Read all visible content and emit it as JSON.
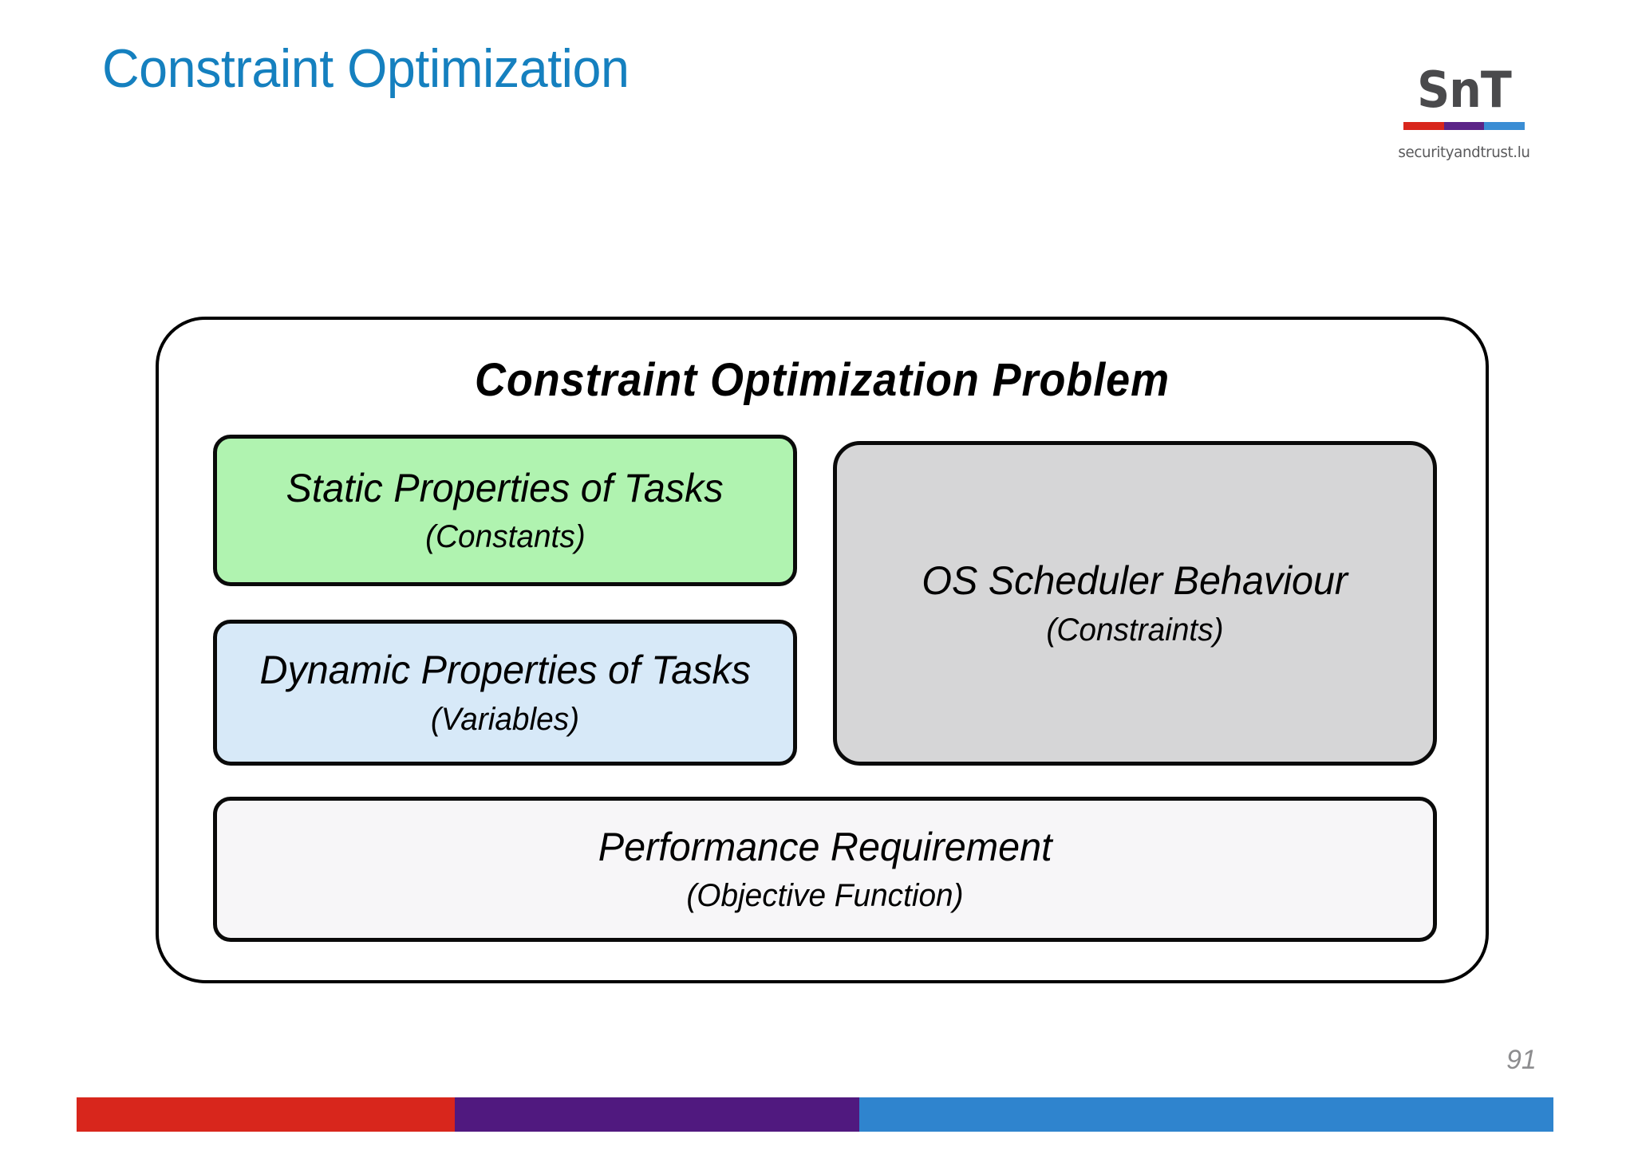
{
  "slide": {
    "title": "Constraint Optimization",
    "title_color": "#1580bf",
    "page_number": "91",
    "background": "#ffffff"
  },
  "logo": {
    "wordmark": "SnT",
    "wordmark_color": "#4a4a4c",
    "tagline": "securityandtrust.lu",
    "tagline_color": "#5a5a5c",
    "bars": [
      {
        "name": "red-bar",
        "color": "#d8261c"
      },
      {
        "name": "purple-bar",
        "color": "#5b2487"
      },
      {
        "name": "blue-bar",
        "color": "#3a8dd4"
      }
    ]
  },
  "diagram": {
    "heading": "Constraint Optimization Problem",
    "border_color": "#000000",
    "boxes": [
      {
        "id": "static-properties",
        "line1": "Static Properties of Tasks",
        "line2": "(Constants)",
        "fill": "#b0f3b0"
      },
      {
        "id": "dynamic-properties",
        "line1": "Dynamic Properties of Tasks",
        "line2": "(Variables)",
        "fill": "#d7e9f8"
      },
      {
        "id": "os-scheduler",
        "line1": "OS Scheduler Behaviour",
        "line2": "(Constraints)",
        "fill": "#d6d6d7"
      },
      {
        "id": "performance-requirement",
        "line1": "Performance Requirement",
        "line2": "(Objective Function)",
        "fill": "#f7f6f8"
      }
    ]
  },
  "footer": {
    "segments": [
      {
        "name": "footer-segment-red",
        "color": "#d8261c"
      },
      {
        "name": "footer-segment-purple",
        "color": "#50197f"
      },
      {
        "name": "footer-segment-blue",
        "color": "#2f84ce"
      }
    ]
  }
}
